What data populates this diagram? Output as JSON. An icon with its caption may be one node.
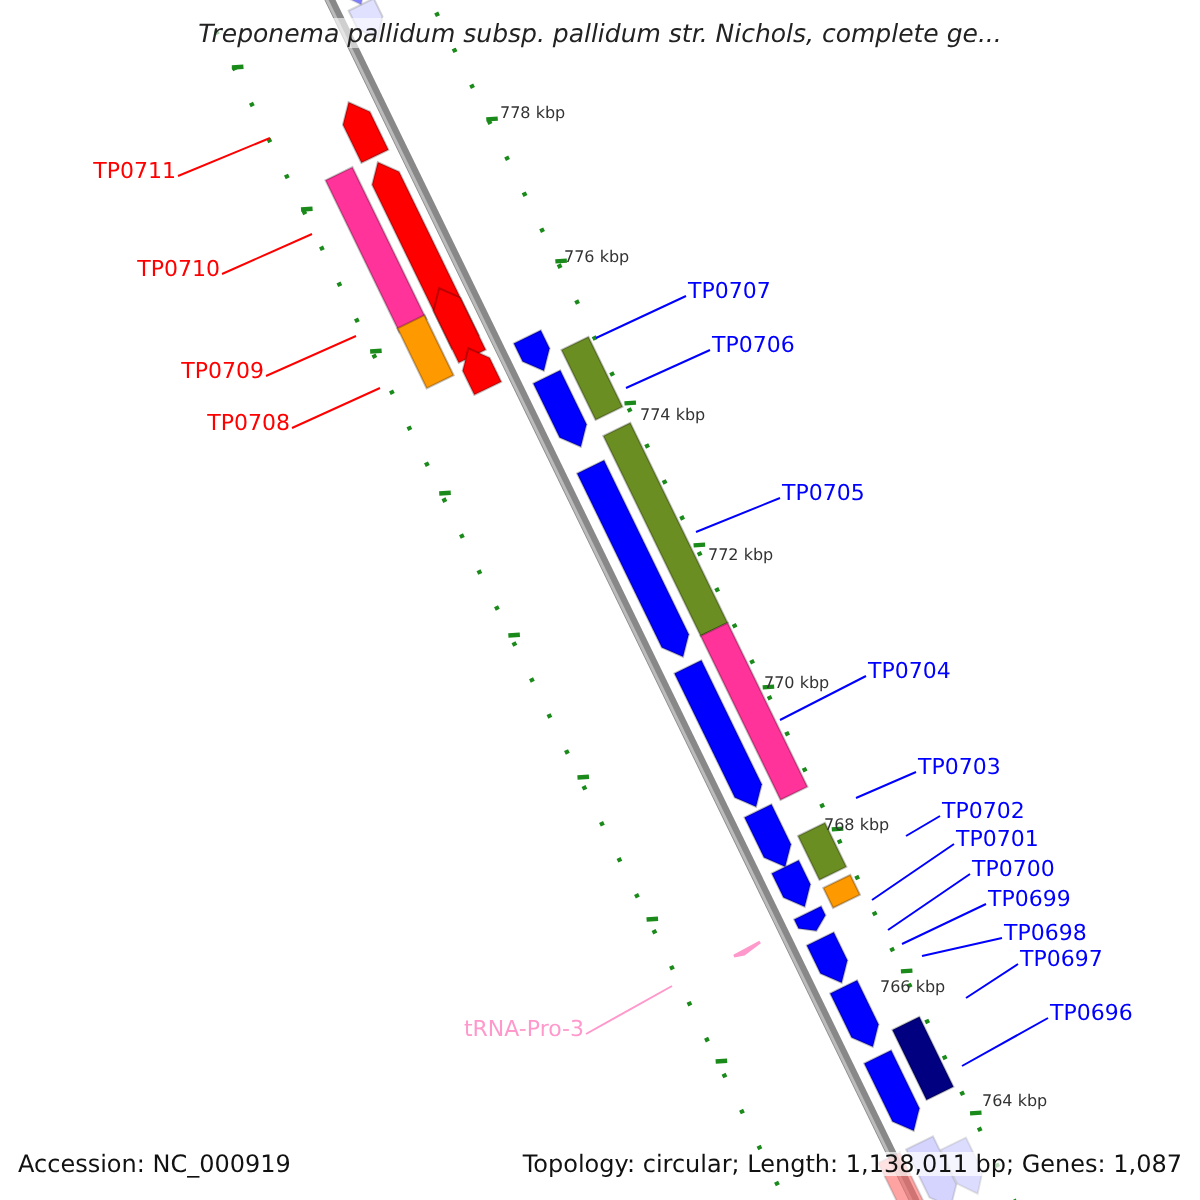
{
  "diagram": {
    "title": "Treponema pallidum subsp. pallidum str. Nichols, complete ge...",
    "nodes": [
      {
        "text": [
          "TP0711"
        ]
      },
      {
        "text": [
          "TP0710"
        ]
      },
      {
        "text": [
          "TP0709"
        ]
      },
      {
        "text": [
          "TP0708"
        ]
      },
      {
        "text": [
          "TP0707"
        ]
      },
      {
        "text": [
          "TP0706"
        ]
      },
      {
        "text": [
          "TP0705"
        ]
      },
      {
        "text": [
          "TP0704"
        ]
      },
      {
        "text": [
          "TP0703"
        ]
      },
      {
        "text": [
          "TP0702"
        ]
      },
      {
        "text": [
          "TP0701"
        ]
      },
      {
        "text": [
          "TP0700"
        ]
      },
      {
        "text": [
          "TP0699"
        ]
      },
      {
        "text": [
          "TP0698"
        ]
      },
      {
        "text": [
          "TP0697"
        ]
      },
      {
        "text": [
          "TP0696"
        ]
      },
      {
        "text": [
          "tRNA-Pro-3"
        ]
      }
    ],
    "edges": [
      {
        "from": 0,
        "to": null,
        "arrow": "none",
        "color": "#ff0000"
      },
      {
        "from": 1,
        "to": null,
        "arrow": "none",
        "color": "#ff0000"
      },
      {
        "from": 2,
        "to": null,
        "arrow": "none",
        "color": "#ff0000"
      },
      {
        "from": 3,
        "to": null,
        "arrow": "none",
        "color": "#ff0000"
      },
      {
        "from": 4,
        "to": null,
        "arrow": "none"
      },
      {
        "from": 5,
        "to": null,
        "arrow": "none"
      },
      {
        "from": 6,
        "to": null,
        "arrow": "none"
      },
      {
        "from": 7,
        "to": null,
        "arrow": "none"
      },
      {
        "from": 8,
        "to": null,
        "arrow": "none"
      },
      {
        "from": 9,
        "to": null,
        "arrow": "none"
      },
      {
        "from": 10,
        "to": null,
        "arrow": "none"
      },
      {
        "from": 11,
        "to": null,
        "arrow": "none"
      },
      {
        "from": 12,
        "to": null,
        "arrow": "none"
      },
      {
        "from": 13,
        "to": null,
        "arrow": "none"
      },
      {
        "from": 14,
        "to": null,
        "arrow": "none"
      },
      {
        "from": 15,
        "to": null,
        "arrow": "none"
      },
      {
        "from": 16,
        "to": null,
        "arrow": "none",
        "color": "#ff99cc"
      }
    ],
    "labels": [
      "778 kbp",
      "776 kbp",
      "774 kbp",
      "772 kbp",
      "770 kbp",
      "768 kbp",
      "766 kbp",
      "764 kbp",
      "Accession: NC_000919",
      "Topology: circular; Length: 1,138,011 bp; Genes: 1,087"
    ]
  }
}
